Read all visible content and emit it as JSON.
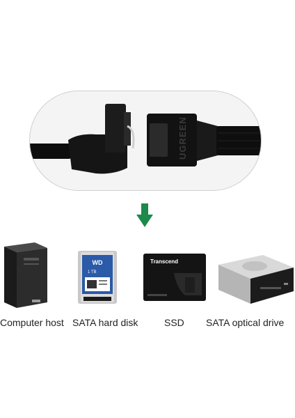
{
  "product": {
    "brand_text": "UGREEN",
    "arrow_color": "#1b8a4a"
  },
  "devices": [
    {
      "label": "Computer host",
      "icon": "computer-tower-icon"
    },
    {
      "label": "SATA hard disk",
      "icon": "hard-disk-icon",
      "disk_brand": "WD",
      "disk_capacity": "1 TB"
    },
    {
      "label": "SSD",
      "icon": "ssd-icon",
      "ssd_brand": "Transcend"
    },
    {
      "label": "SATA optical drive",
      "icon": "optical-drive-icon"
    }
  ]
}
